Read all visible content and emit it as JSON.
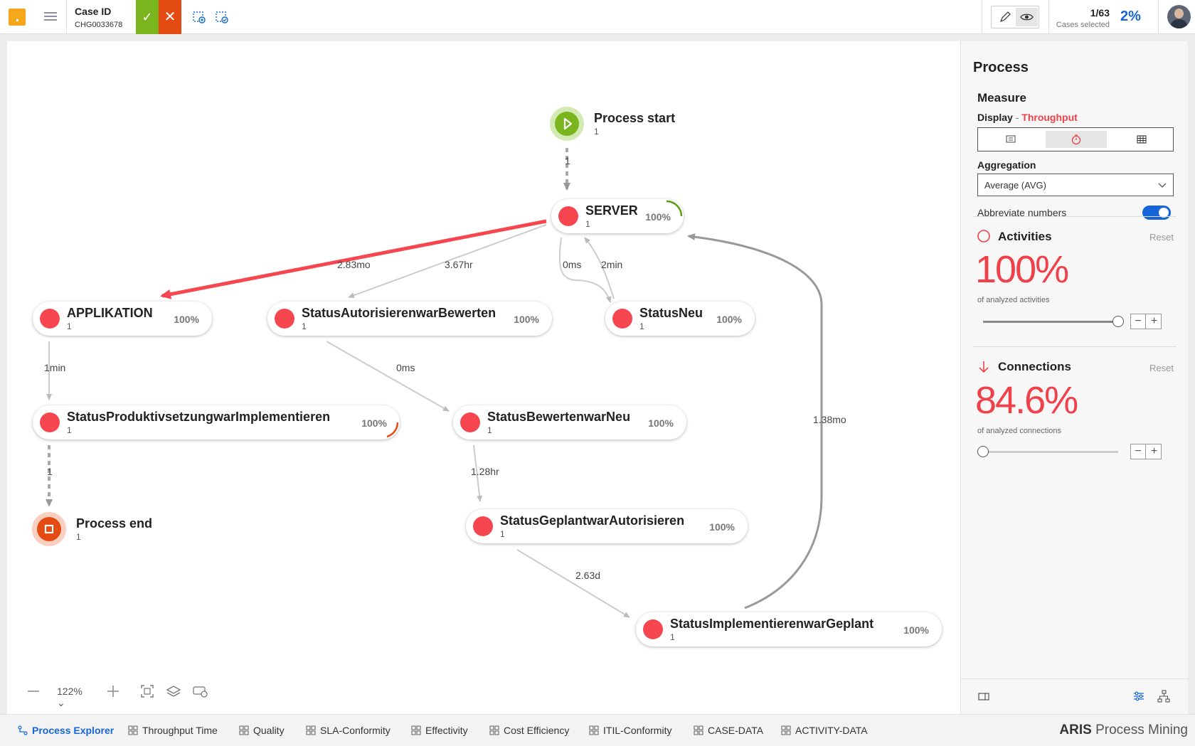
{
  "topbar": {
    "case_label": "Case ID",
    "case_value": "CHG0033678",
    "cases_count": "1/63",
    "cases_label": "Cases selected",
    "cases_percent": "2%"
  },
  "process": {
    "start": {
      "label": "Process start",
      "count": "1"
    },
    "end": {
      "label": "Process end",
      "count": "1"
    },
    "nodes": [
      {
        "name": "SERVER",
        "count": "1",
        "pct": "100%"
      },
      {
        "name": "APPLIKATION",
        "count": "1",
        "pct": "100%"
      },
      {
        "name": "StatusAutorisierenwarBewerten",
        "count": "1",
        "pct": "100%"
      },
      {
        "name": "StatusNeu",
        "count": "1",
        "pct": "100%"
      },
      {
        "name": "StatusProduktivsetzungwarImplementieren",
        "count": "1",
        "pct": "100%"
      },
      {
        "name": "StatusBewertenwarNeu",
        "count": "1",
        "pct": "100%"
      },
      {
        "name": "StatusGeplantwarAutorisieren",
        "count": "1",
        "pct": "100%"
      },
      {
        "name": "StatusImplementierenwarGeplant",
        "count": "1",
        "pct": "100%"
      }
    ],
    "edges": [
      {
        "label": "1"
      },
      {
        "label": "2.83mo"
      },
      {
        "label": "3.67hr"
      },
      {
        "label": "0ms"
      },
      {
        "label": "2min"
      },
      {
        "label": "1min"
      },
      {
        "label": "0ms"
      },
      {
        "label": "1.38mo"
      },
      {
        "label": "1.28hr"
      },
      {
        "label": "1"
      },
      {
        "label": "2.63d"
      }
    ],
    "highlight_color": "#f6464f"
  },
  "zoom": {
    "value": "122%"
  },
  "panel": {
    "title": "Process",
    "measure": "Measure",
    "display_label": "Display",
    "display_sep": " - ",
    "display_value": "Throughput",
    "aggregation_label": "Aggregation",
    "aggregation_value": "Average (AVG)",
    "abbreviate_label": "Abbreviate numbers",
    "abbreviate_on": true,
    "activities": {
      "title": "Activities",
      "reset": "Reset",
      "value": "100%",
      "note": "of analyzed activities",
      "slider_fraction": 1.0
    },
    "connections": {
      "title": "Connections",
      "reset": "Reset",
      "value": "84.6%",
      "note": "of analyzed connections",
      "slider_fraction": 0.0
    }
  },
  "tabs": [
    {
      "label": "Process Explorer",
      "active": true
    },
    {
      "label": "Throughput Time"
    },
    {
      "label": "Quality"
    },
    {
      "label": "SLA-Conformity"
    },
    {
      "label": "Effectivity"
    },
    {
      "label": "Cost Efficiency"
    },
    {
      "label": "ITIL-Conformity"
    },
    {
      "label": "CASE-DATA"
    },
    {
      "label": "ACTIVITY-DATA"
    }
  ],
  "brand": {
    "strong": "ARIS",
    "rest": " Process Mining"
  },
  "colors": {
    "accent": "#1565d8",
    "red": "#f0414a",
    "green": "#7ab51d",
    "orange": "#e34b12"
  }
}
